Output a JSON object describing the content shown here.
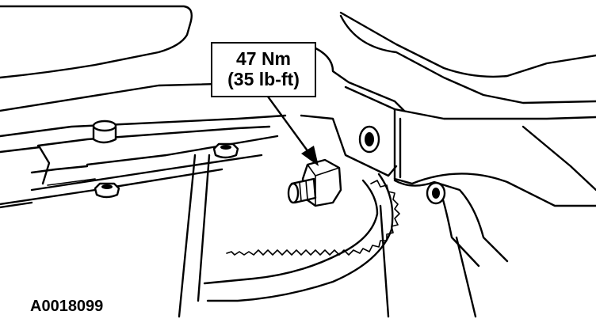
{
  "callout": {
    "torque_metric": "47 Nm",
    "torque_imperial": "(35 lb-ft)"
  },
  "figure_id": "A0018099"
}
